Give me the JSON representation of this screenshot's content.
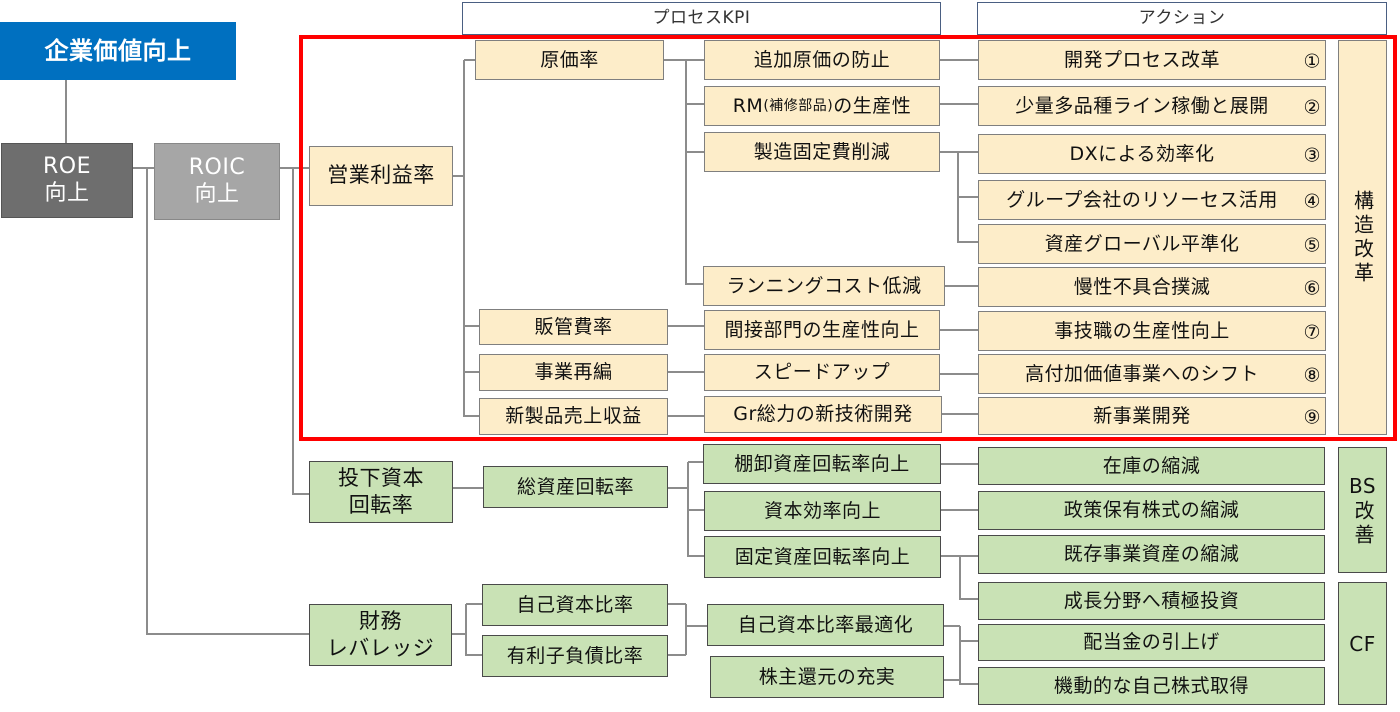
{
  "headers": {
    "process_kpi": "プロセスKPI",
    "action": "アクション"
  },
  "root": "企業価値向上",
  "roe": "ROE\n向上",
  "roic": "ROIC\n向上",
  "drivers": {
    "operating_margin": "営業利益率",
    "capital_turnover": "投下資本\n回転率",
    "financial_leverage": "財務\nレバレッジ"
  },
  "sub_kpis": {
    "cost_ratio": "原価率",
    "sga_ratio": "販管費率",
    "restructuring": "事業再編",
    "new_product_ratio": "新製品売上収益",
    "total_asset_turnover": "総資産回転率",
    "equity_ratio": "自己資本比率",
    "debt_ratio": "有利子負債比率"
  },
  "process_kpis": {
    "k1": "追加原価の防止",
    "k2_main": "RM",
    "k2_small": "(補修部品)",
    "k2_tail": "の生産性",
    "k3": "製造固定費削減",
    "k4": "ランニングコスト低減",
    "k5": "間接部門の生産性向上",
    "k6": "スピードアップ",
    "k7": "Gr総力の新技術開発",
    "k8": "棚卸資産回転率向上",
    "k9": "資本効率向上",
    "k10": "固定資産回転率向上",
    "k11": "自己資本比率最適化",
    "k12": "株主還元の充実"
  },
  "actions": [
    {
      "label": "開発プロセス改革",
      "num": "①"
    },
    {
      "label": "少量多品種ライン稼働と展開",
      "num": "②"
    },
    {
      "label": "DXによる効率化",
      "num": "③"
    },
    {
      "label": "グループ会社のリソーセス活用",
      "num": "④"
    },
    {
      "label": "資産グローバル平準化",
      "num": "⑤"
    },
    {
      "label": "慢性不具合撲滅",
      "num": "⑥"
    },
    {
      "label": "事技職の生産性向上",
      "num": "⑦"
    },
    {
      "label": "高付加価値事業へのシフト",
      "num": "⑧"
    },
    {
      "label": "新事業開発",
      "num": "⑨"
    },
    {
      "label": "在庫の縮減",
      "num": ""
    },
    {
      "label": "政策保有株式の縮減",
      "num": ""
    },
    {
      "label": "既存事業資産の縮減",
      "num": ""
    },
    {
      "label": "成長分野へ積極投資",
      "num": ""
    },
    {
      "label": "配当金の引上げ",
      "num": ""
    },
    {
      "label": "機動的な自己株式取得",
      "num": ""
    }
  ],
  "groups": {
    "structural_reform": "構造改革",
    "bs_improvement_top": "BS",
    "bs_improvement_bottom": "改善",
    "cf": "CF"
  },
  "colors": {
    "highlight": "#ff0000",
    "root_blue": "#0070c0",
    "yellow": "#fdedc9",
    "green": "#c9e2b5"
  }
}
